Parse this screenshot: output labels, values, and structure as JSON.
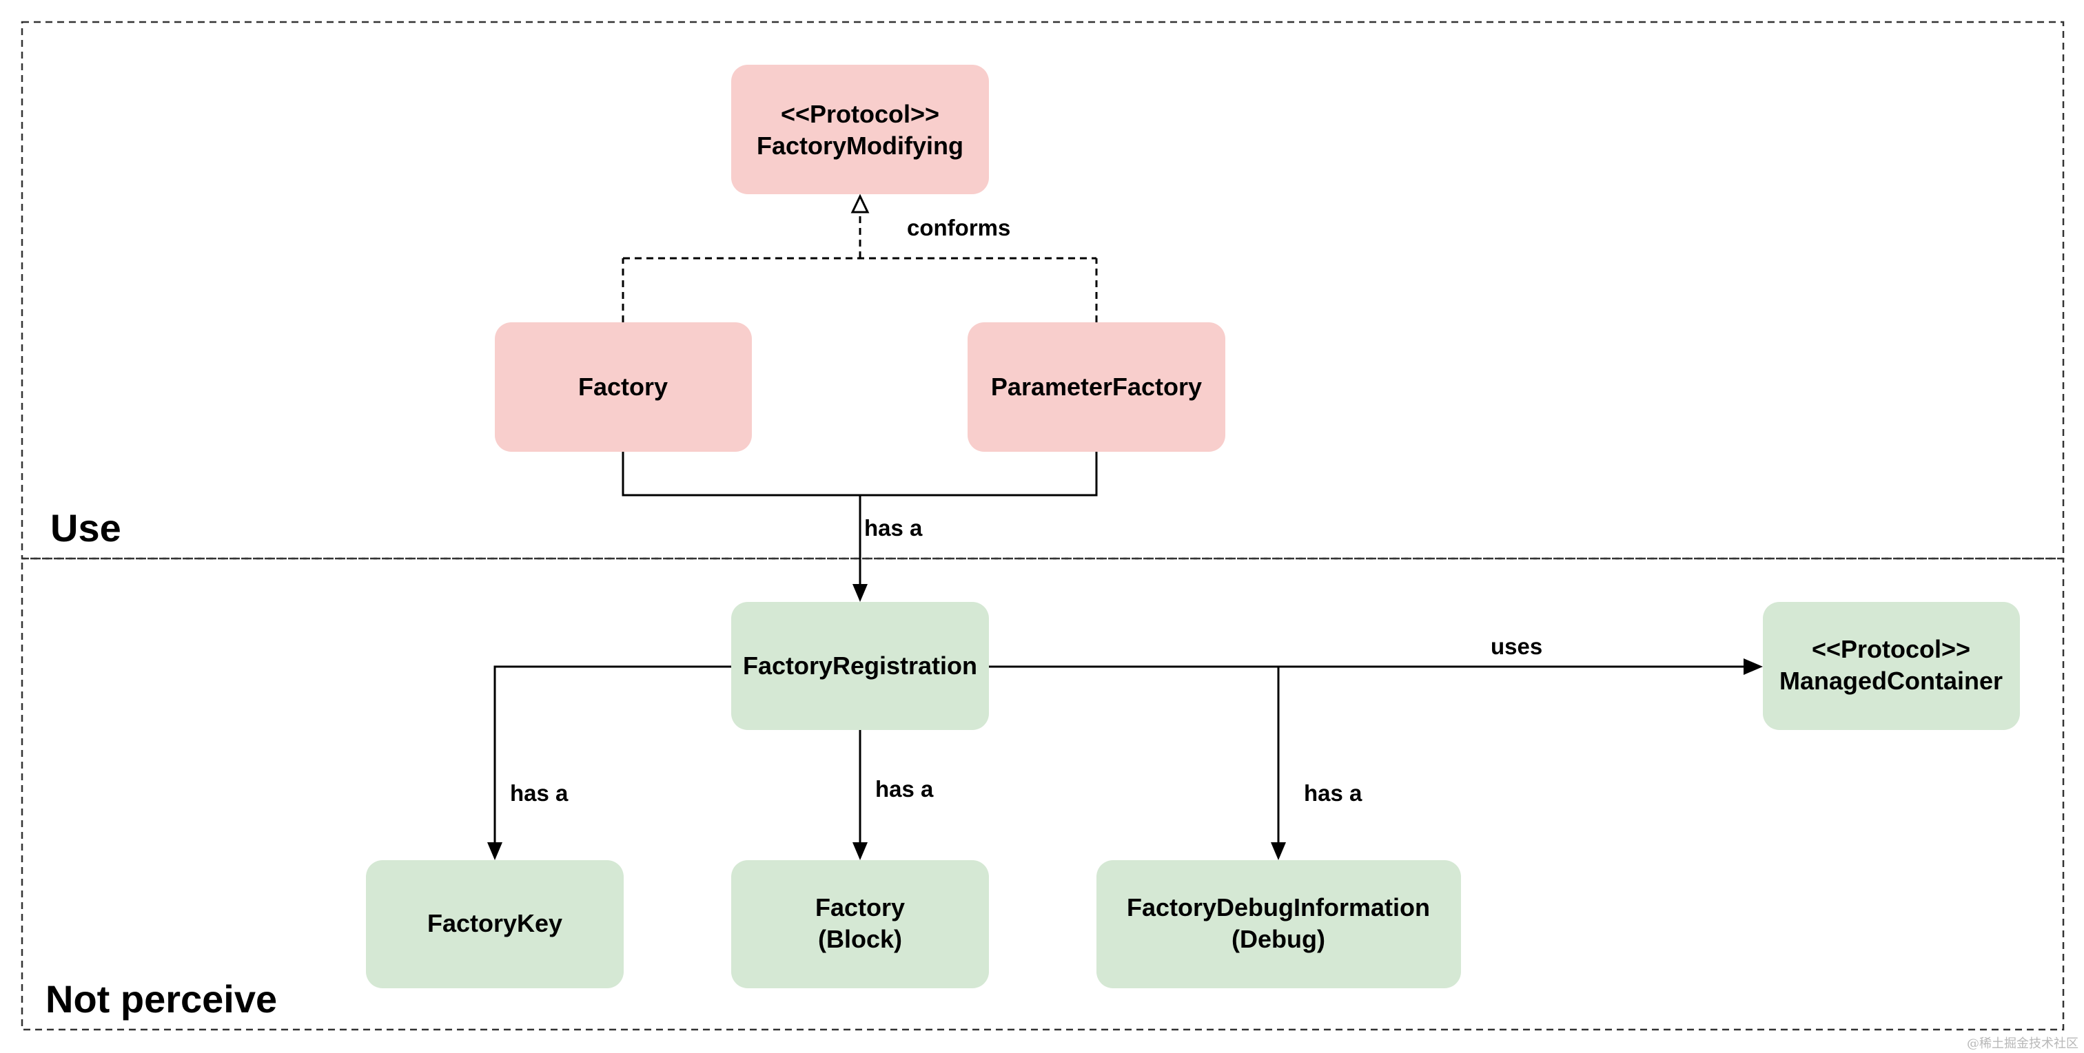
{
  "colors": {
    "use_node_fill": "#f8cecc",
    "not_perceive_node_fill": "#d5e8d4",
    "line": "#000000",
    "frame": "#333333",
    "background": "#ffffff"
  },
  "sections": {
    "use_label": "Use",
    "not_perceive_label": "Not perceive"
  },
  "nodes": {
    "factory_modifying": {
      "line1": "<<Protocol>>",
      "line2": "FactoryModifying"
    },
    "factory": {
      "line1": "Factory"
    },
    "parameter_factory": {
      "line1": "ParameterFactory"
    },
    "factory_registration": {
      "line1": "FactoryRegistration"
    },
    "managed_container": {
      "line1": "<<Protocol>>",
      "line2": "ManagedContainer"
    },
    "factory_key": {
      "line1": "FactoryKey"
    },
    "factory_block": {
      "line1": "Factory",
      "line2": "(Block)"
    },
    "factory_debug_information": {
      "line1": "FactoryDebugInformation",
      "line2": "(Debug)"
    }
  },
  "edges": {
    "conforms_label": "conforms",
    "has_a_registration_label": "has a",
    "uses_label": "uses",
    "has_a_key_label": "has a",
    "has_a_block_label": "has a",
    "has_a_debug_label": "has a"
  },
  "watermark": "@稀土掘金技术社区"
}
